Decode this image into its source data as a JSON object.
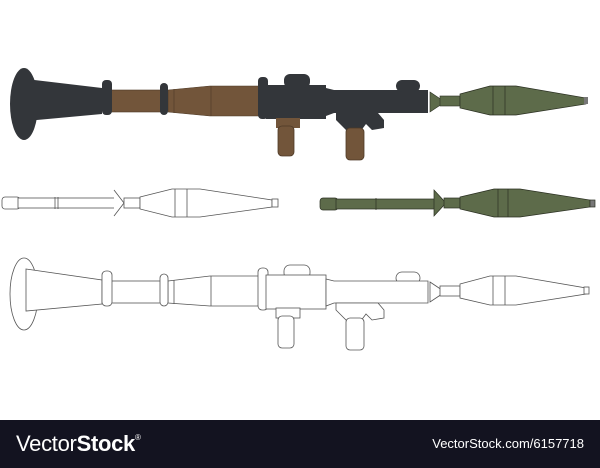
{
  "illustration": {
    "subject": "RPG launcher and grenade vector illustrations",
    "variants": [
      {
        "name": "colored-launcher",
        "colors": {
          "tube_dark": "#33363a",
          "wood": "#72553a",
          "grenade": "#5d6b4a"
        }
      },
      {
        "name": "outline-grenade",
        "colors": {
          "stroke": "#555555",
          "fill": "#ffffff"
        }
      },
      {
        "name": "green-grenade",
        "colors": {
          "fill": "#5d6b4a",
          "stroke": "#2b3022"
        }
      },
      {
        "name": "outline-launcher",
        "colors": {
          "stroke": "#555555",
          "fill": "#ffffff"
        }
      }
    ]
  },
  "footer": {
    "logo_light": "Vector",
    "logo_bold": "Stock",
    "logo_mark": "®",
    "url": "VectorStock.com/6157718",
    "background": "#131320"
  }
}
